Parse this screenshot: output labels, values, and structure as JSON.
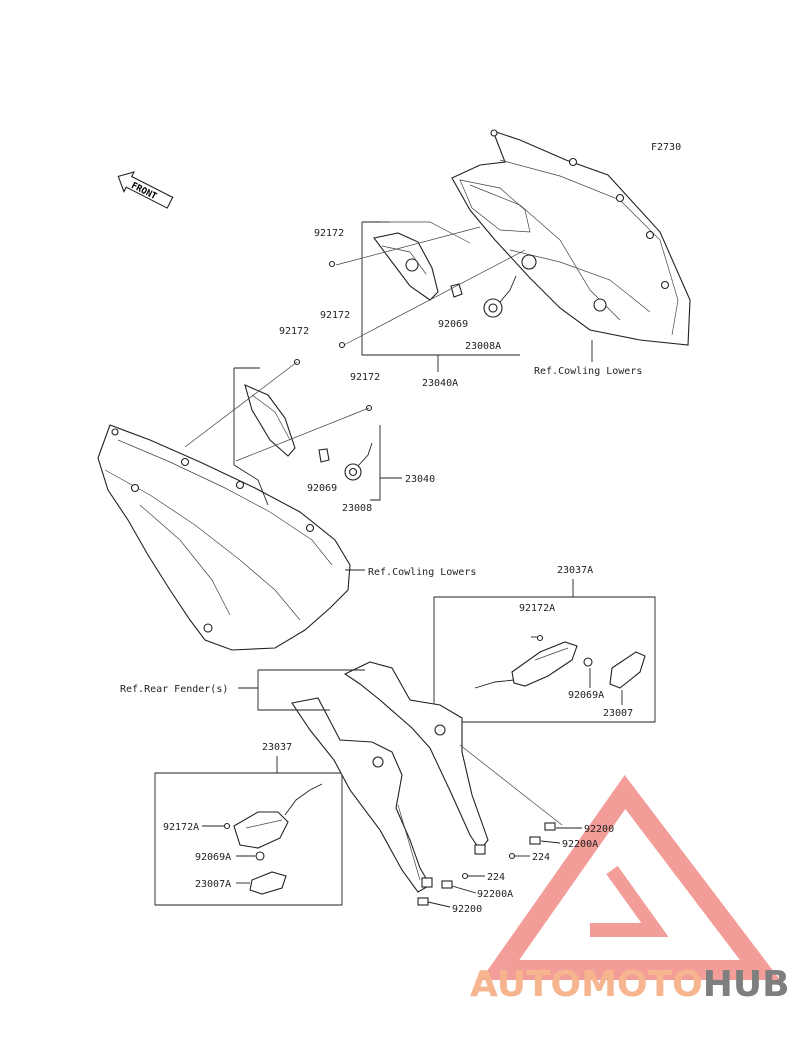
{
  "diagram_code": "F2730",
  "front_arrow_text": "FRONT",
  "labels": {
    "p92172_a": "92172",
    "p92172_b": "92172",
    "p92172_c": "92172",
    "p92172_d": "92172",
    "p92069_upper": "92069",
    "p23008A": "23008A",
    "p23040A": "23040A",
    "p92069_lower": "92069",
    "p23008": "23008",
    "p23040": "23040",
    "ref_cowling_upper": "Ref.Cowling Lowers",
    "ref_cowling_lower": "Ref.Cowling Lowers",
    "p23037A": "23037A",
    "p92172A_right": "92172A",
    "p92069A_right": "92069A",
    "p23007_right": "23007",
    "ref_rear_fender": "Ref.Rear Fender(s)",
    "p23037": "23037",
    "p92172A_left": "92172A",
    "p92069A_left": "92069A",
    "p23007A_left": "23007A",
    "p92200_right": "92200",
    "p92200A_right": "92200A",
    "p224_right": "224",
    "p224_left": "224",
    "p92200A_left": "92200A",
    "p92200_left": "92200"
  },
  "watermark": {
    "part1": "AUTO",
    "part2": "MOTO",
    "part3": "HUB",
    "color_light": "#f6b48f",
    "color_dark": "#7f7f7f",
    "color_triangle": "#ef7d78"
  }
}
